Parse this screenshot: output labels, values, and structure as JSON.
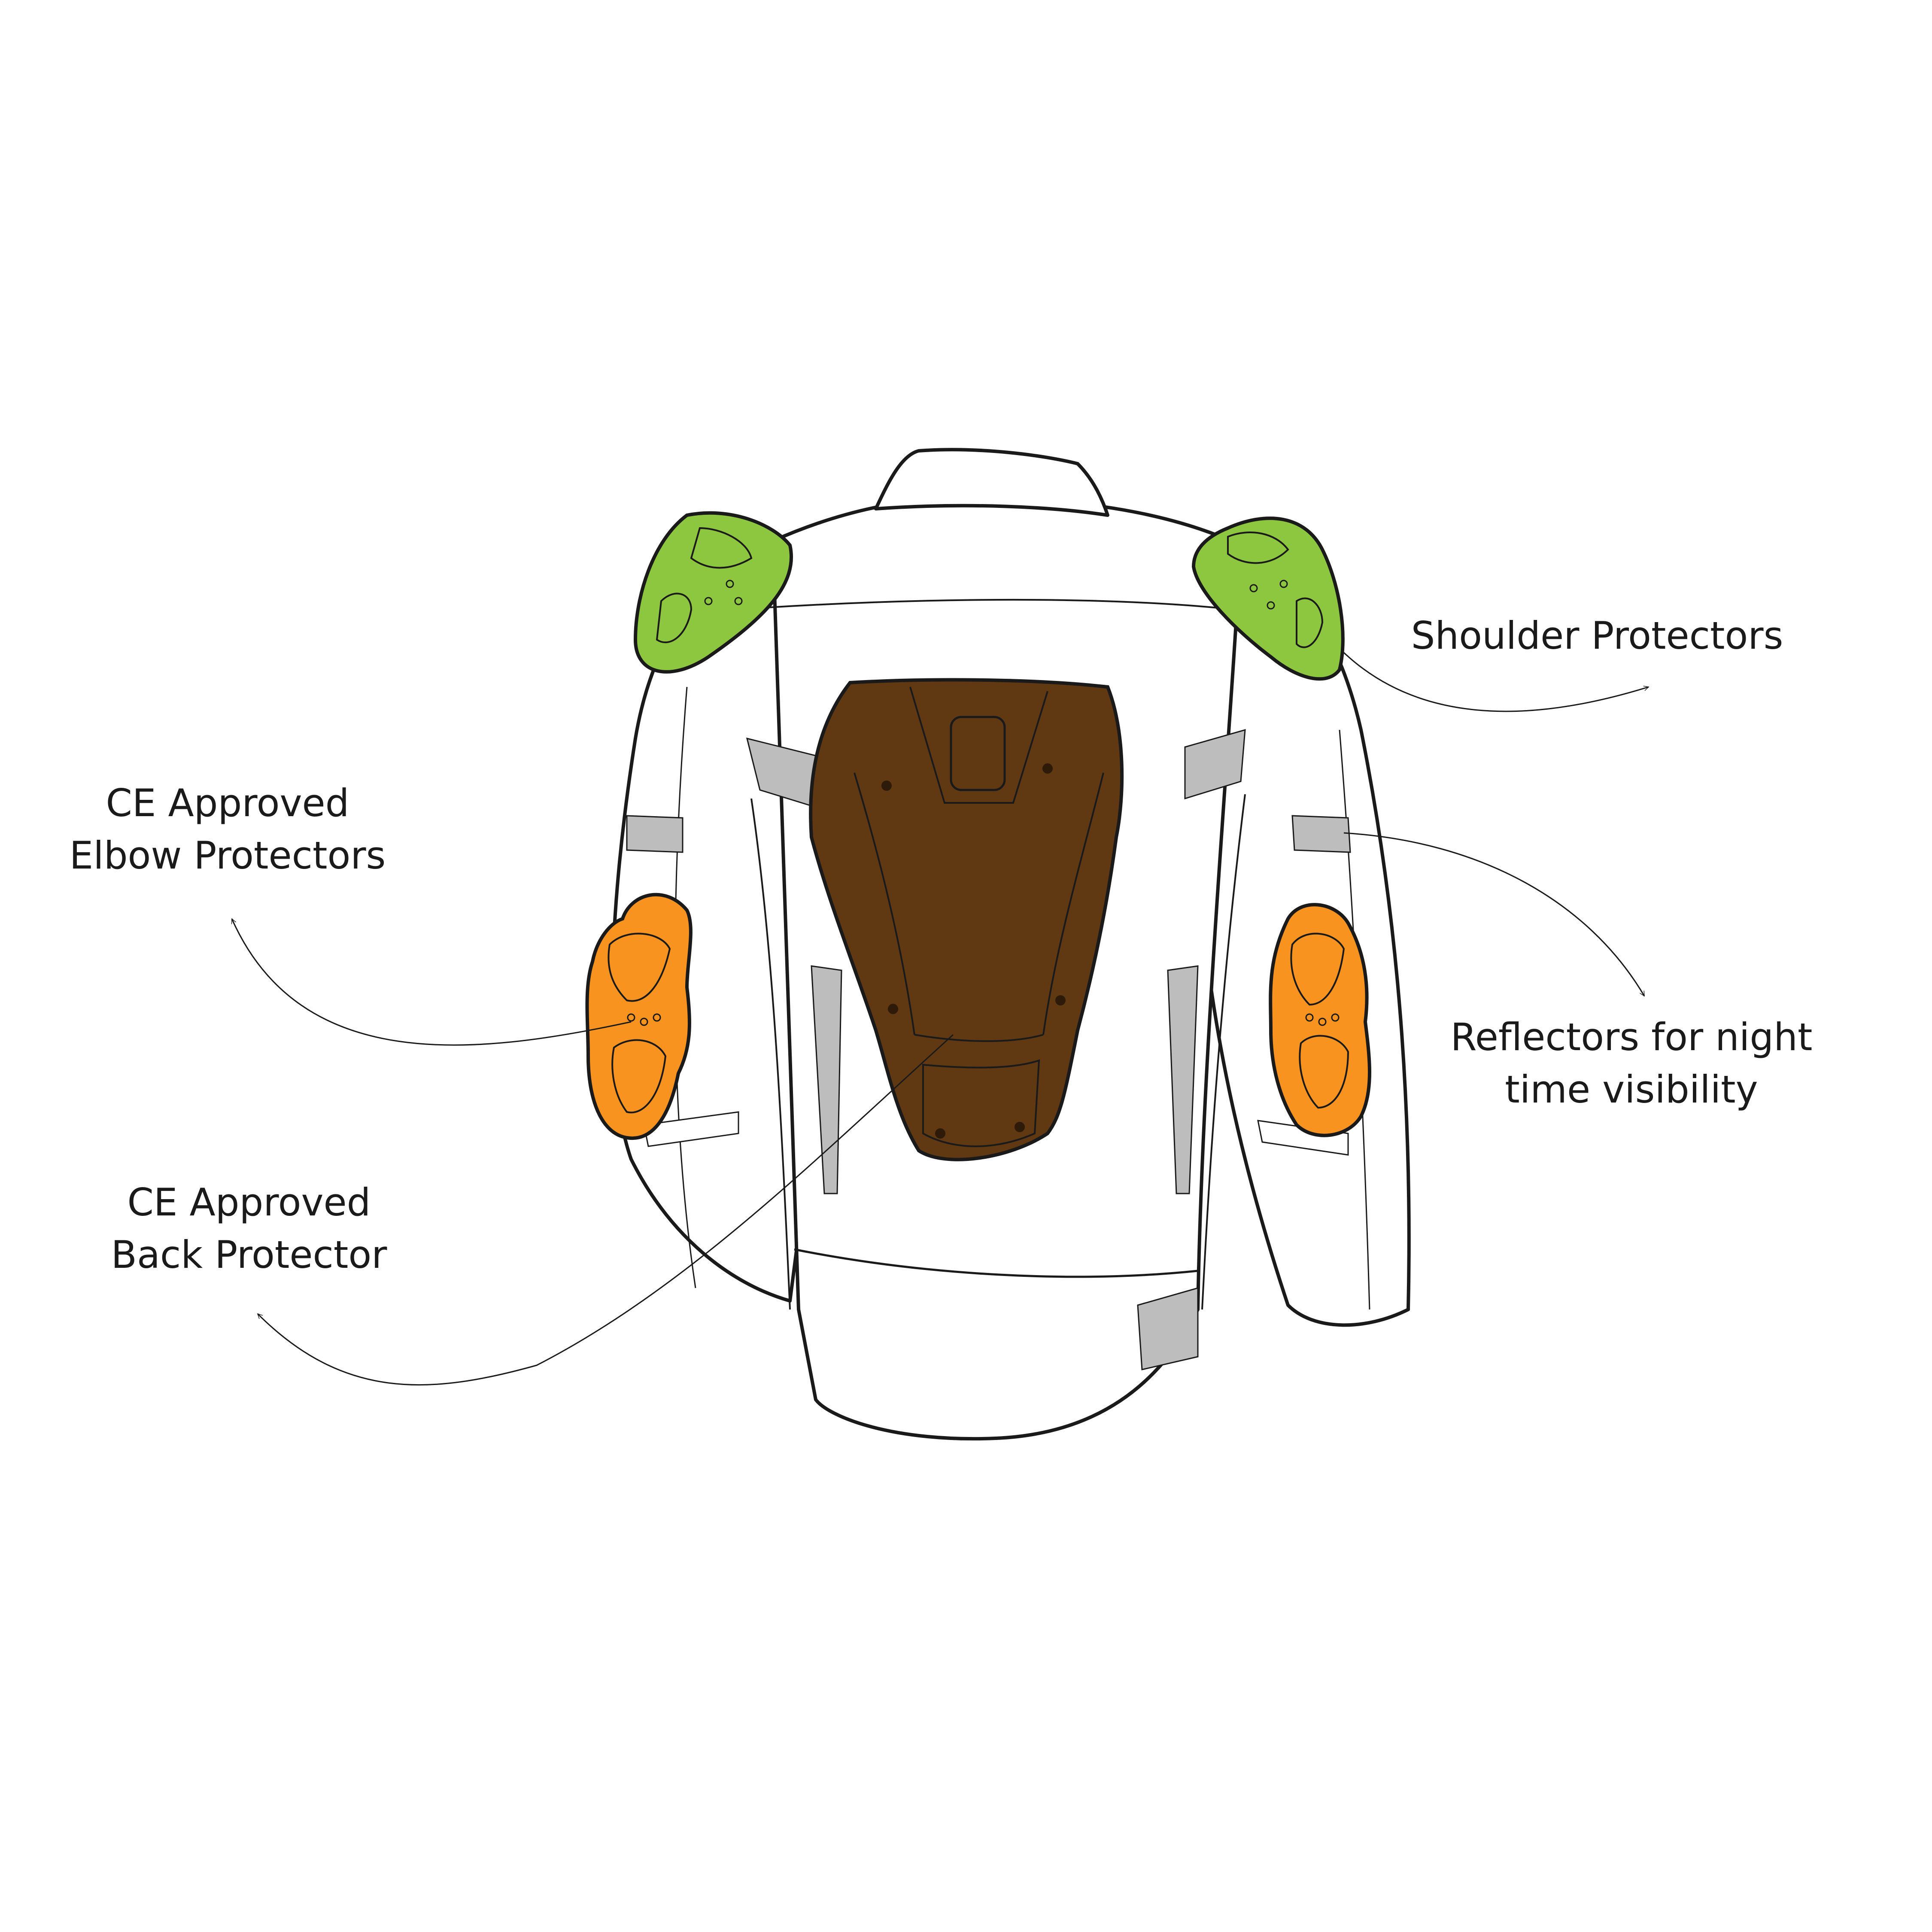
{
  "labels": {
    "shoulder": {
      "line1": "Shoulder Protectors"
    },
    "reflector": {
      "line1": "Reflectors for night",
      "line2": "time visibility"
    },
    "elbow": {
      "line1": "CE Approved",
      "line2": "Elbow Protectors"
    },
    "back": {
      "line1": "CE Approved",
      "line2": "Back Protector"
    }
  },
  "colors": {
    "outline": "#1a1a1a",
    "jacket_fill": "#ffffff",
    "reflector_gray": "#bdbdbd",
    "shoulder_green": "#8dc63f",
    "elbow_orange": "#f7931e",
    "back_brown": "#603913"
  }
}
